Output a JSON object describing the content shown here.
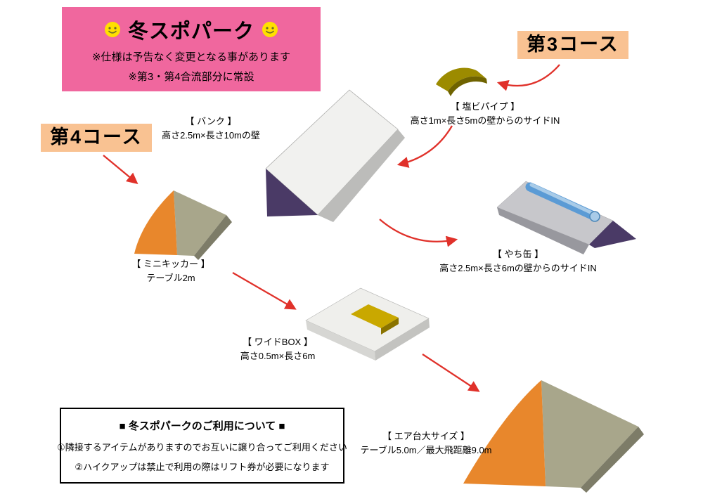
{
  "banner": {
    "title": "冬スポパーク",
    "note1": "※仕様は予告なく変更となる事があります",
    "note2": "※第3・第4合流部分に常設"
  },
  "courses": {
    "course3": "第3コース",
    "course4": "第4コース"
  },
  "features": {
    "bank": {
      "name": "【 バンク 】",
      "spec": "高さ2.5m×長さ10mの壁"
    },
    "pvc_pipe": {
      "name": "【 塩ビパイプ 】",
      "spec": "高さ1m×長さ5mの壁からのサイドIN"
    },
    "yachi_can": {
      "name": "【 やち缶 】",
      "spec": "高さ2.5m×長さ6mの壁からのサイドIN"
    },
    "mini_kicker": {
      "name": "【 ミニキッカー 】",
      "spec": "テーブル2m"
    },
    "wide_box": {
      "name": "【 ワイドBOX 】",
      "spec": "高さ0.5m×長さ6m"
    },
    "air_table_large": {
      "name": "【 エア台大サイズ 】",
      "spec": "テーブル5.0m／最大飛距離9.0m"
    }
  },
  "usage_box": {
    "heading": "■ 冬スポパークのご利用について ■",
    "rule1": "①隣接するアイテムがありますのでお互いに譲り合ってご利用ください",
    "rule2": "②ハイクアップは禁止で利用の際はリフト券が必要になります"
  },
  "icons": {
    "smiley": "☺"
  },
  "colors": {
    "banner_pink": "#f0679e",
    "course_label_bg": "#f9c292",
    "arrow_red": "#e0312a",
    "bank_face": "#f1f1ef",
    "bank_shadow": "#bcbcba",
    "bank_purple": "#4a3a66",
    "pvc_olive": "#9c8b00",
    "pvc_olive_dark": "#6f6300",
    "yachi_top": "#c7c7cb",
    "yachi_front": "#98989e",
    "yachi_purple": "#4a3a66",
    "pipe_blue": "#5b9bd5",
    "pipe_blue_light": "#a8cbe8",
    "kicker_top": "#a8a68b",
    "kicker_orange": "#e8872c",
    "kicker_side": "#7d7c68",
    "box_top": "#efefec",
    "box_side": "#d6d6d3",
    "box_side2": "#c3c3c0",
    "box_rail_top": "#c9a800",
    "box_rail_side": "#8a7300",
    "smiley_yellow": "#ffe000"
  }
}
